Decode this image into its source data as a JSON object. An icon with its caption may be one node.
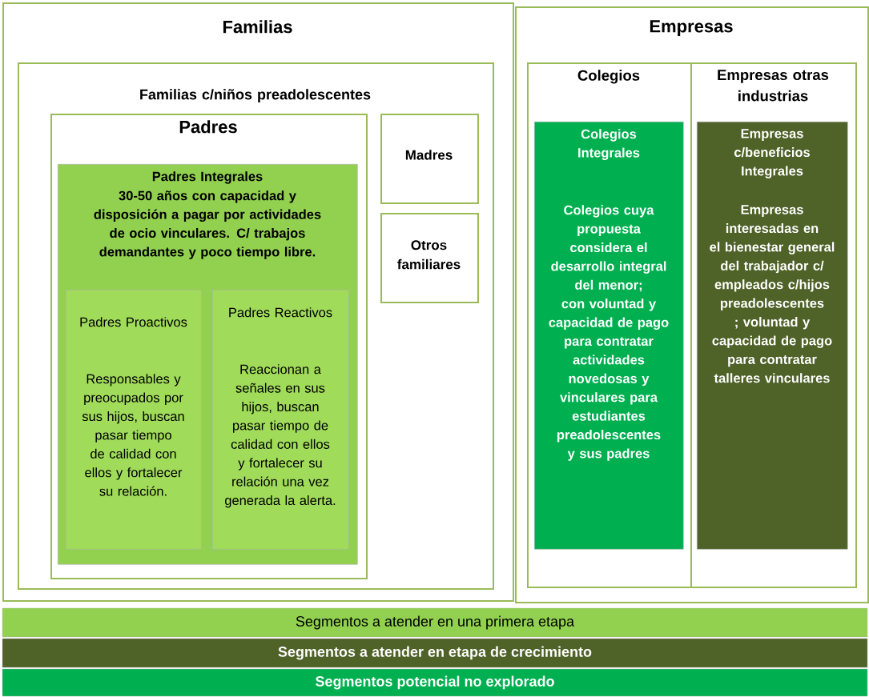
{
  "diagram": {
    "nodes": [
      {
        "text": [
          "Familias"
        ]
      },
      {
        "text": [
          "Familias c/niños preadolescentes"
        ],
        "in": 0
      },
      {
        "text": [
          "Padres"
        ],
        "in": 1
      },
      {
        "text": [
          "Padres Integrales",
          "30-50 años con capacidad y disposición a pagar por actividades de ocio vinculares. C/ trabajos demandantes y poco tiempo libre."
        ],
        "in": 2
      },
      {
        "text": [
          "Padres Proactivos",
          "Responsables y preocupados por sus hijos, buscan pasar tiempo de calidad con ellos y fortalecer su relación."
        ],
        "in": 3
      },
      {
        "text": [
          "Padres Reactivos",
          "Reaccionan a señales en sus hijos, buscan pasar tiempo de calidad con ellos y fortalecer su relación una vez generada la alerta."
        ],
        "in": 3
      },
      {
        "text": [
          "Madres"
        ],
        "in": 1
      },
      {
        "text": [
          "Otros familiares"
        ],
        "in": 1
      },
      {
        "text": [
          "Empresas"
        ]
      },
      {
        "text": [
          "Colegios"
        ],
        "in": 8
      },
      {
        "text": [
          "Colegios Integrales",
          "Colegios cuya propuesta considera el desarrollo integral del menor; con voluntad y capacidad de pago para contratar actividades novedosas y vinculares para estudiantes preadolescentes y sus padres"
        ],
        "in": 9
      },
      {
        "text": [
          "Empresas otras industrias"
        ],
        "in": 8
      },
      {
        "text": [
          "Empresas c/beneficios Integrales",
          "Empresas interesadas en el bienestar general del trabajador c/ empleados c/hijos preadolescentes ; voluntad y capacidad de pago para contratar talleres vinculares"
        ],
        "in": 11
      }
    ],
    "legend": [
      {
        "text": "Segmentos a atender en una primera etapa",
        "color": "#92d050"
      },
      {
        "text": "Segmentos a atender en etapa de crecimiento",
        "color": "#4f6228"
      },
      {
        "text": "Segmentos potencial no explorado",
        "color": "#00b050"
      }
    ]
  }
}
